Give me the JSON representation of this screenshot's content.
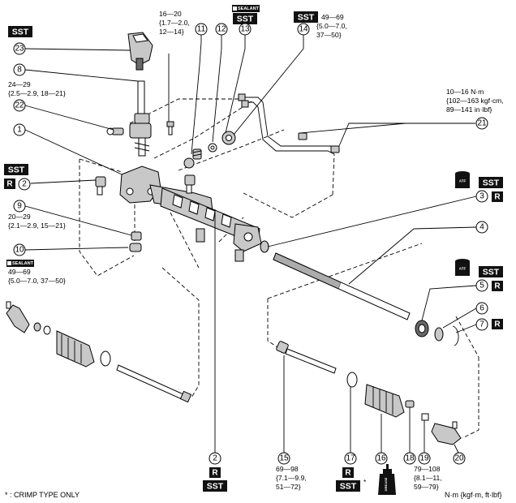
{
  "badges": {
    "sst": "SST",
    "r": "R",
    "sealant": "SEALANT",
    "atf": "ATF",
    "grease": "GREASE"
  },
  "callouts": [
    "1",
    "2",
    "3",
    "4",
    "5",
    "6",
    "7",
    "8",
    "9",
    "10",
    "11",
    "12",
    "13",
    "14",
    "15",
    "16",
    "17",
    "18",
    "19",
    "20",
    "21",
    "22",
    "23"
  ],
  "specs": {
    "s_16_20": [
      "16—20",
      "{1.7—2.0,",
      "12—14}"
    ],
    "s_49_69_top": [
      "49—69",
      "{5.0—7.0,",
      "37—50}"
    ],
    "s_24_29": [
      "24—29",
      "{2.5—2.9, 18—21}"
    ],
    "s_10_16": [
      "10—16 N·m",
      "{102—163 kgf·cm,",
      "89—141 in·lbf}"
    ],
    "s_20_29": [
      "20—29",
      "{2.1—2.9, 15—21}"
    ],
    "s_49_69_left": [
      "49—69",
      "{5.0—7.0, 37—50}"
    ],
    "s_69_98": [
      "69—98",
      "{7.1—9.9,",
      "51—72}"
    ],
    "s_79_108": [
      "79—108",
      "{8.1—11,",
      "59—79}"
    ]
  },
  "notes": {
    "crimp": "* : CRIMP TYPE ONLY",
    "units": "N·m {kgf·m, ft·lbf}",
    "asterisk": "*"
  },
  "colors": {
    "ink": "#000000",
    "badge": "#111111",
    "part_fill": "#c8c8c8"
  }
}
